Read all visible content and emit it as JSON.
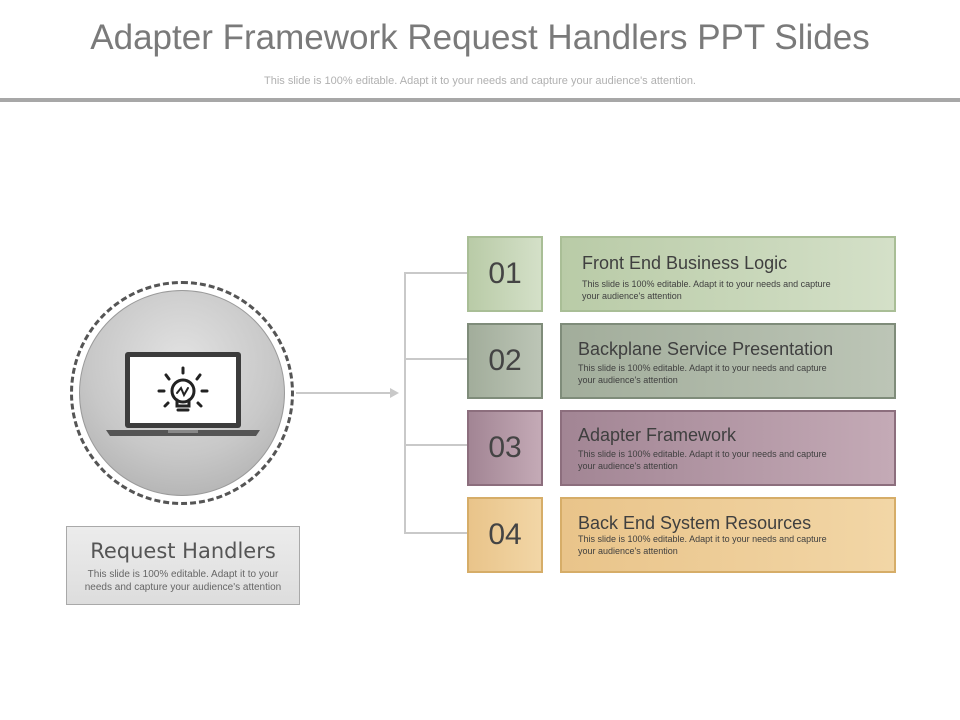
{
  "slide": {
    "title": "Adapter Framework Request Handlers PPT Slides",
    "subtitle": "This slide is 100% editable. Adapt it to your needs and capture your audience's attention."
  },
  "center": {
    "icon": "laptop-lightbulb-icon",
    "label": "Request Handlers",
    "description": "This slide is 100% editable. Adapt it to your needs and capture your audience's attention"
  },
  "items": [
    {
      "number": "01",
      "title": "Front End Business Logic",
      "description": "This slide is 100% editable. Adapt it to your needs and capture your audience's attention",
      "color": "#b9cba7"
    },
    {
      "number": "02",
      "title": "Backplane Service Presentation",
      "description": "This slide is 100% editable. Adapt it to your needs and capture your audience's attention",
      "color": "#a2ad9b"
    },
    {
      "number": "03",
      "title": "Adapter Framework",
      "description": "This slide is 100% editable. Adapt it to your needs and capture your audience's attention",
      "color": "#a28594"
    },
    {
      "number": "04",
      "title": "Back End System Resources",
      "description": "This slide is 100% editable. Adapt it to your needs and capture your audience's attention",
      "color": "#e9c48a"
    }
  ]
}
